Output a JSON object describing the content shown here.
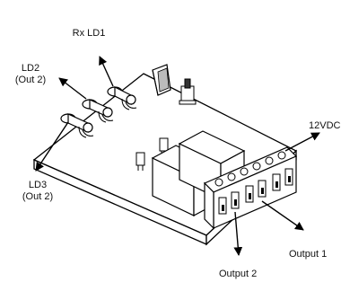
{
  "labels": {
    "rx_ld1": "Rx LD1",
    "ld2_line1": "LD2",
    "ld2_line2": "(Out 2)",
    "ld3_line1": "LD3",
    "ld3_line2": "(Out 2)",
    "v12": "12VDC",
    "output1": "Output 1",
    "output2": "Output 2"
  }
}
